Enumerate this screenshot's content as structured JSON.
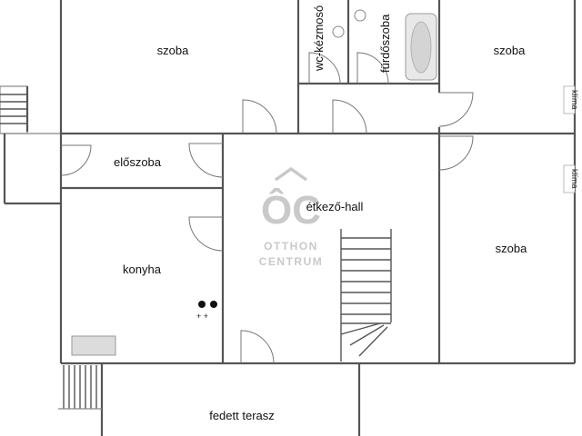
{
  "rooms": {
    "szoba_top_left": "szoba",
    "wc_kezmoso": "wc-kézmosó",
    "furdoszoba": "fürdőszoba",
    "szoba_top_right": "szoba",
    "eloszoba": "előszoba",
    "etkezo_hall": "étkező-hall",
    "szoba_right": "szoba",
    "konyha": "konyha",
    "fedett_terasz": "fedett terasz"
  },
  "fixtures": {
    "klima_1": "klíma",
    "klima_2": "klíma"
  },
  "watermark": {
    "mark": "ÔC",
    "line1": "OTTHON",
    "line2": "CENTRUM",
    "color": "#c9c9c9"
  },
  "colors": {
    "wall": "#555555",
    "background": "#ffffff"
  }
}
